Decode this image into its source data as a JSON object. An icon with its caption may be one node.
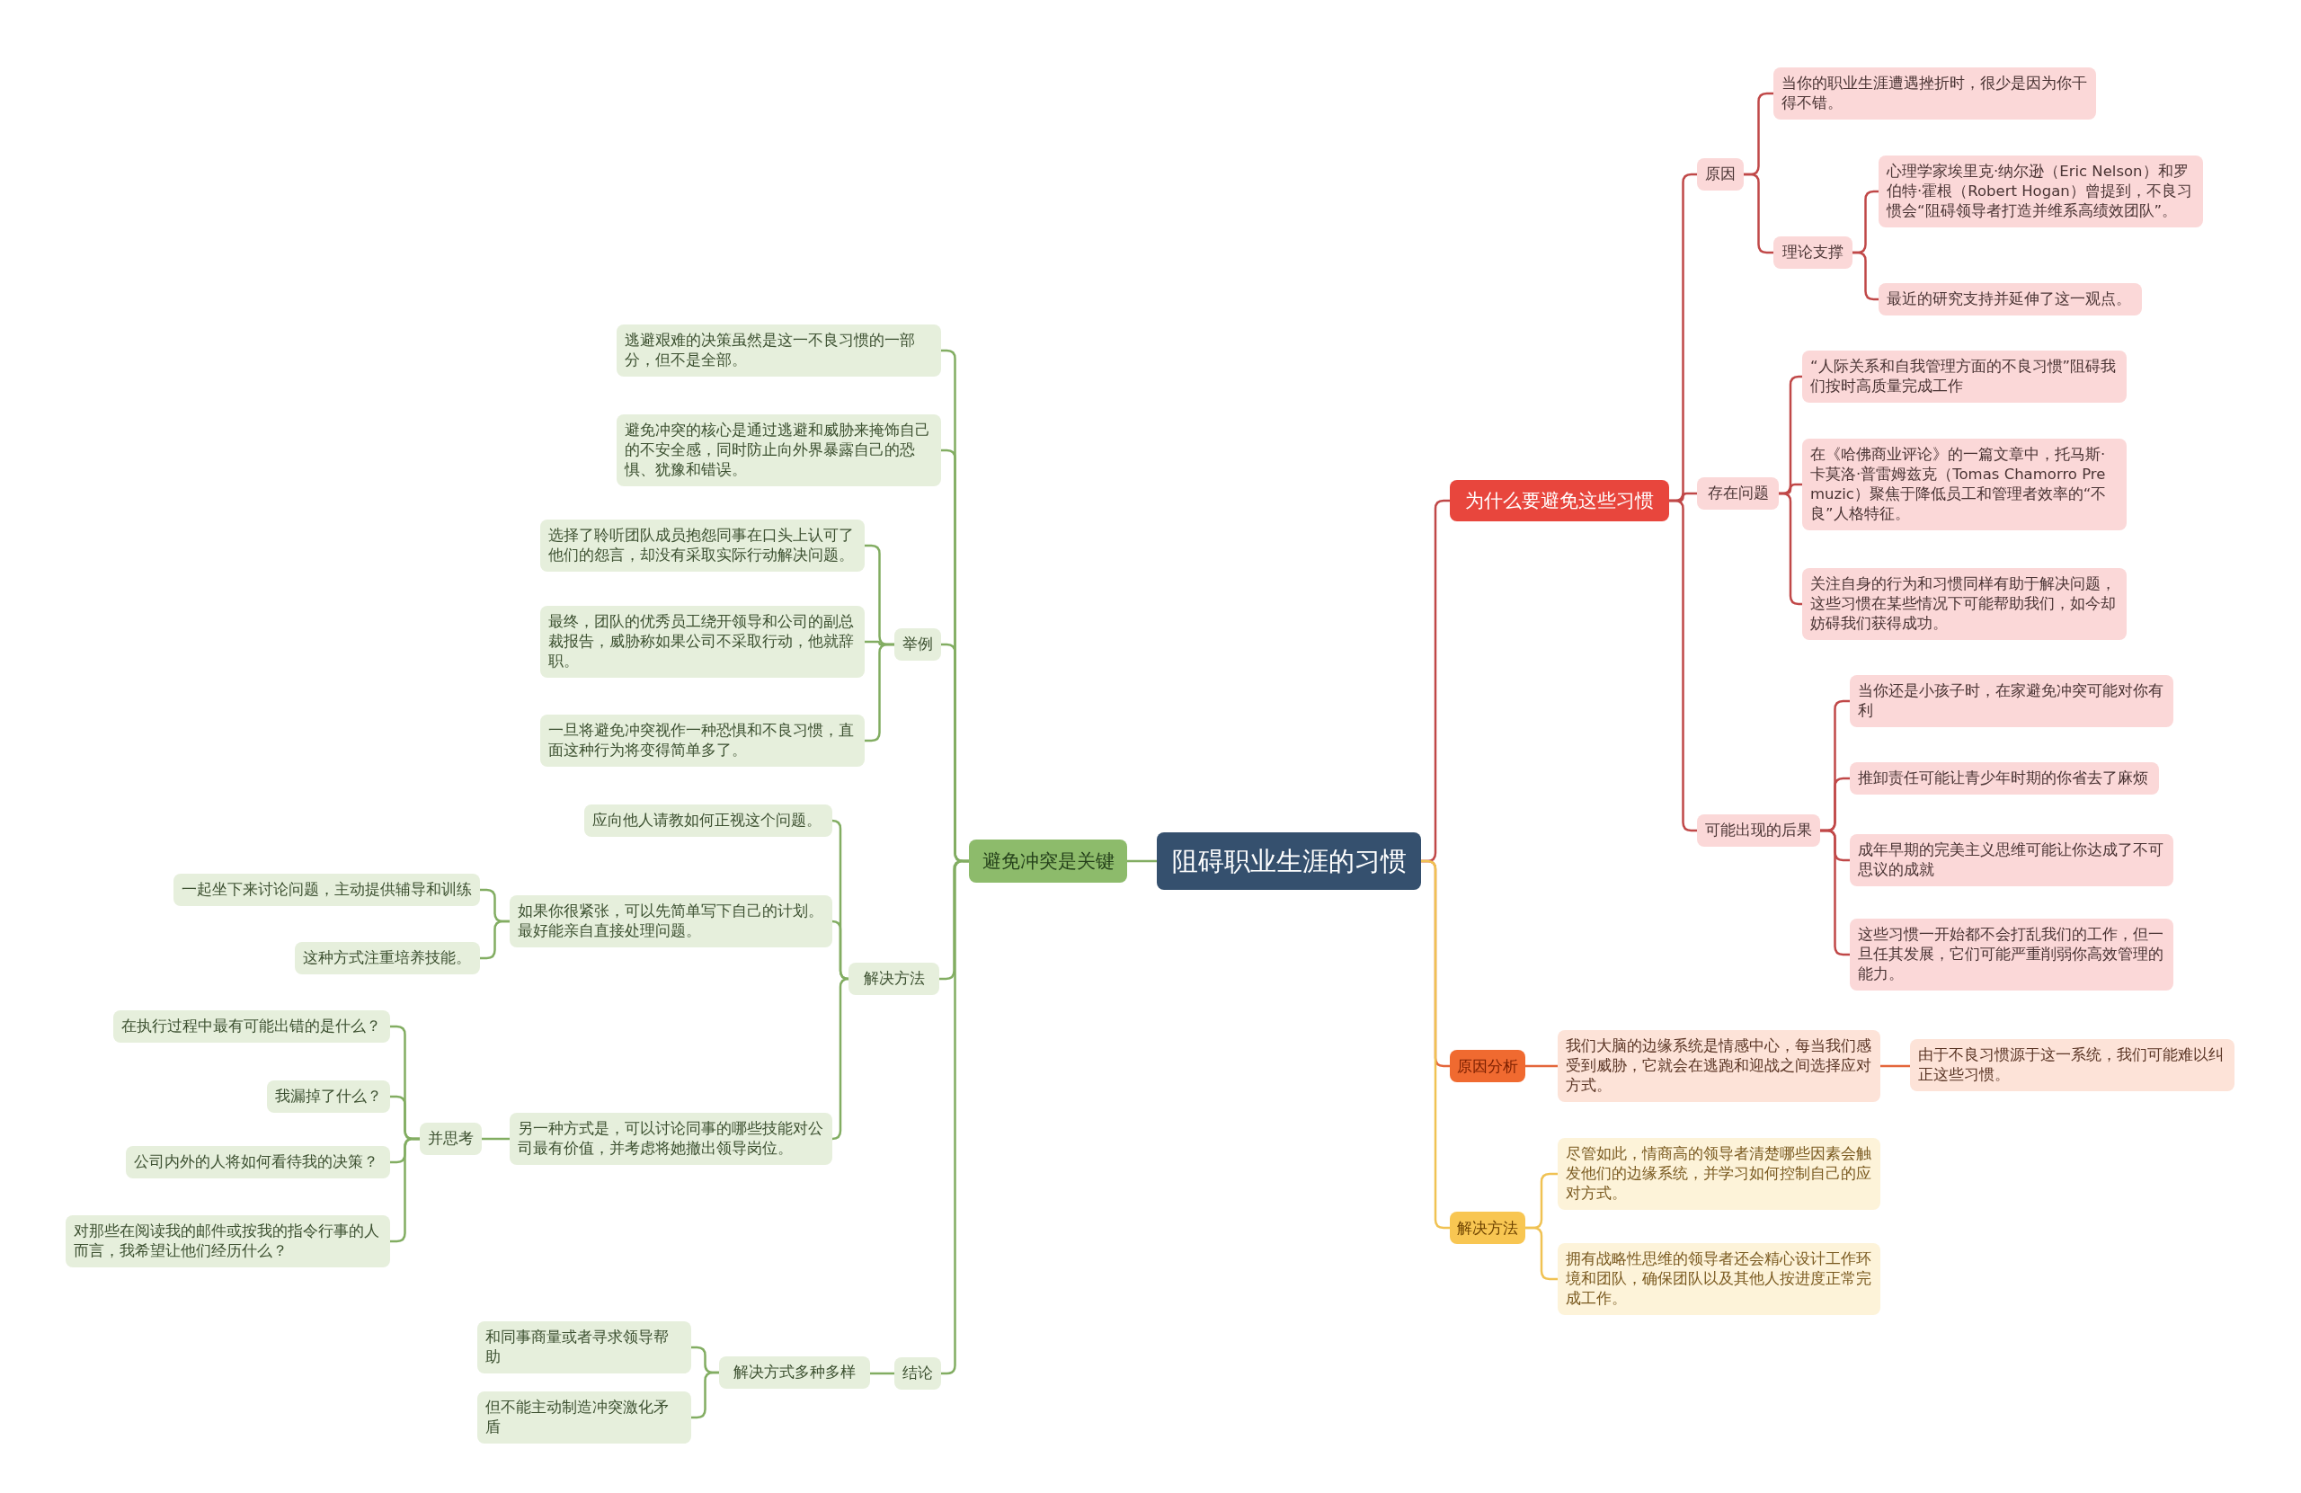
{
  "diagram": {
    "nodes": [
      {
        "text": [
          "阻碍职业生涯的习惯"
        ]
      },
      {
        "text": [
          "为什么要避免这些习惯"
        ]
      },
      {
        "text": [
          "原因"
        ]
      },
      {
        "text": [
          "当你的职业生涯遭遇挫折时，很少是因为你干得不错。"
        ]
      },
      {
        "text": [
          "理论支撑"
        ]
      },
      {
        "text": [
          "心理学家埃里克·纳尔逊（Eric Nelson）和罗伯特·霍根（Robert Hogan）曾提到，不良习惯会“阻碍领导者打造并维系高绩效团队”。"
        ]
      },
      {
        "text": [
          "最近的研究支持并延伸了这一观点。"
        ]
      },
      {
        "text": [
          "存在问题"
        ]
      },
      {
        "text": [
          "“人际关系和自我管理方面的不良习惯”阻碍我们按时高质量完成工作"
        ]
      },
      {
        "text": [
          "在《哈佛商业评论》的一篇文章中，托马斯·卡莫洛·普雷姆兹克（Tomas Chamorro Premuzic）聚焦于降低员工和管理者效率的“不良”人格特征。"
        ]
      },
      {
        "text": [
          "关注自身的行为和习惯同样有助于解决问题，这些习惯在某些情况下可能帮助我们，如今却妨碍我们获得成功。"
        ]
      },
      {
        "text": [
          "可能出现的后果"
        ]
      },
      {
        "text": [
          "当你还是小孩子时，在家避免冲突可能对你有利"
        ]
      },
      {
        "text": [
          "推卸责任可能让青少年时期的你省去了麻烦"
        ]
      },
      {
        "text": [
          "成年早期的完美主义思维可能让你达成了不可思议的成就"
        ]
      },
      {
        "text": [
          "这些习惯一开始都不会打乱我们的工作，但一旦任其发展，它们可能严重削弱你高效管理的能力。"
        ]
      },
      {
        "text": [
          "原因分析"
        ]
      },
      {
        "text": [
          "我们大脑的边缘系统是情感中心，每当我们感受到威胁，它就会在逃跑和迎战之间选择应对方式。"
        ]
      },
      {
        "text": [
          "由于不良习惯源于这一系统，我们可能难以纠正这些习惯。"
        ]
      },
      {
        "text": [
          "解决方法"
        ]
      },
      {
        "text": [
          "尽管如此，情商高的领导者清楚哪些因素会触发他们的边缘系统，并学习如何控制自己的应对方式。"
        ]
      },
      {
        "text": [
          "拥有战略性思维的领导者还会精心设计工作环境和团队，确保团队以及其他人按进度正常完成工作。"
        ]
      },
      {
        "text": [
          "避免冲突是关键"
        ]
      },
      {
        "text": [
          "逃避艰难的决策虽然是这一不良习惯的一部分，但不是全部。"
        ]
      },
      {
        "text": [
          "避免冲突的核心是通过逃避和威胁来掩饰自己的不安全感，同时防止向外界暴露自己的恐惧、犹豫和错误。"
        ]
      },
      {
        "text": [
          "举例"
        ]
      },
      {
        "text": [
          "选择了聆听团队成员抱怨同事在口头上认可了他们的怨言，却没有采取实际行动解决问题。"
        ]
      },
      {
        "text": [
          "最终，团队的优秀员工绕开领导和公司的副总裁报告，威胁称如果公司不采取行动，他就辞职。"
        ]
      },
      {
        "text": [
          "一旦将避免冲突视作一种恐惧和不良习惯，直面这种行为将变得简单多了。"
        ]
      },
      {
        "text": [
          "解决方法"
        ]
      },
      {
        "text": [
          "应向他人请教如何正视这个问题。"
        ]
      },
      {
        "text": [
          "如果你很紧张，可以先简单写下自己的计划。最好能亲自直接处理问题。"
        ]
      },
      {
        "text": [
          "一起坐下来讨论问题，主动提供辅导和训练"
        ]
      },
      {
        "text": [
          "这种方式注重培养技能。"
        ]
      },
      {
        "text": [
          "另一种方式是，可以讨论同事的哪些技能对公司最有价值，并考虑将她撤出领导岗位。"
        ]
      },
      {
        "text": [
          "并思考"
        ]
      },
      {
        "text": [
          "在执行过程中最有可能出错的是什么？"
        ]
      },
      {
        "text": [
          "我漏掉了什么？"
        ]
      },
      {
        "text": [
          "公司内外的人将如何看待我的决策？"
        ]
      },
      {
        "text": [
          "对那些在阅读我的邮件或按我的指令行事的人而言，我希望让他们经历什么？"
        ]
      },
      {
        "text": [
          "结论"
        ]
      },
      {
        "text": [
          "解决方式多种多样"
        ]
      },
      {
        "text": [
          "和同事商量或者寻求领导帮助"
        ]
      },
      {
        "text": [
          "但不能主动制造冲突激化矛盾"
        ]
      }
    ],
    "edges": [
      {
        "from": 0,
        "to": 1,
        "arrow": "none",
        "color": "#c04848"
      },
      {
        "from": 1,
        "to": 2,
        "arrow": "none",
        "color": "#c04848"
      },
      {
        "from": 2,
        "to": 3,
        "arrow": "none",
        "color": "#c04848"
      },
      {
        "from": 2,
        "to": 4,
        "arrow": "none",
        "color": "#c04848"
      },
      {
        "from": 4,
        "to": 5,
        "arrow": "none",
        "color": "#c04848"
      },
      {
        "from": 4,
        "to": 6,
        "arrow": "none",
        "color": "#c04848"
      },
      {
        "from": 1,
        "to": 7,
        "arrow": "none",
        "color": "#c04848"
      },
      {
        "from": 7,
        "to": 8,
        "arrow": "none",
        "color": "#c04848"
      },
      {
        "from": 7,
        "to": 9,
        "arrow": "none",
        "color": "#c04848"
      },
      {
        "from": 7,
        "to": 10,
        "arrow": "none",
        "color": "#c04848"
      },
      {
        "from": 1,
        "to": 11,
        "arrow": "none",
        "color": "#c04848"
      },
      {
        "from": 11,
        "to": 12,
        "arrow": "none",
        "color": "#c04848"
      },
      {
        "from": 11,
        "to": 13,
        "arrow": "none",
        "color": "#c04848"
      },
      {
        "from": 11,
        "to": 14,
        "arrow": "none",
        "color": "#c04848"
      },
      {
        "from": 11,
        "to": 15,
        "arrow": "none",
        "color": "#c04848"
      },
      {
        "from": 0,
        "to": 16,
        "arrow": "none",
        "color": "#e4673c"
      },
      {
        "from": 16,
        "to": 17,
        "arrow": "none",
        "color": "#e4673c"
      },
      {
        "from": 17,
        "to": 18,
        "arrow": "none",
        "color": "#e4673c"
      },
      {
        "from": 0,
        "to": 19,
        "arrow": "none",
        "color": "#f0c253"
      },
      {
        "from": 19,
        "to": 20,
        "arrow": "none",
        "color": "#f0c253"
      },
      {
        "from": 19,
        "to": 21,
        "arrow": "none",
        "color": "#f0c253"
      },
      {
        "from": 0,
        "to": 22,
        "arrow": "none"
      },
      {
        "from": 22,
        "to": 23,
        "arrow": "none"
      },
      {
        "from": 22,
        "to": 24,
        "arrow": "none"
      },
      {
        "from": 22,
        "to": 25,
        "arrow": "none"
      },
      {
        "from": 25,
        "to": 26,
        "arrow": "none"
      },
      {
        "from": 25,
        "to": 27,
        "arrow": "none"
      },
      {
        "from": 25,
        "to": 28,
        "arrow": "none"
      },
      {
        "from": 22,
        "to": 29,
        "arrow": "none"
      },
      {
        "from": 29,
        "to": 30,
        "arrow": "none"
      },
      {
        "from": 29,
        "to": 31,
        "arrow": "none"
      },
      {
        "from": 31,
        "to": 32,
        "arrow": "none"
      },
      {
        "from": 31,
        "to": 33,
        "arrow": "none"
      },
      {
        "from": 29,
        "to": 34,
        "arrow": "none"
      },
      {
        "from": 34,
        "to": 35,
        "arrow": "none"
      },
      {
        "from": 35,
        "to": 36,
        "arrow": "none"
      },
      {
        "from": 35,
        "to": 37,
        "arrow": "none"
      },
      {
        "from": 35,
        "to": 38,
        "arrow": "none"
      },
      {
        "from": 35,
        "to": 39,
        "arrow": "none"
      },
      {
        "from": 22,
        "to": 40,
        "arrow": "none"
      },
      {
        "from": 40,
        "to": 41,
        "arrow": "none"
      },
      {
        "from": 41,
        "to": 42,
        "arrow": "none"
      },
      {
        "from": 41,
        "to": 43,
        "arrow": "none"
      }
    ]
  }
}
